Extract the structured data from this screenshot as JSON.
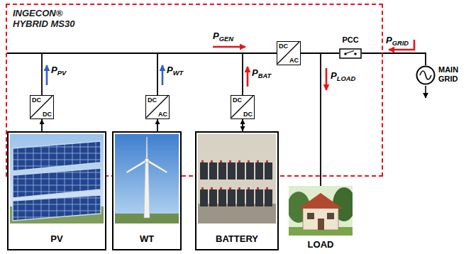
{
  "diagram": {
    "nodes": [
      {
        "text": [
          "INGECON® HYBRID MS30"
        ]
      },
      {
        "text": [
          "DC",
          "DC"
        ],
        "in": 0
      },
      {
        "text": [
          "DC",
          "AC"
        ],
        "in": 0
      },
      {
        "text": [
          "DC",
          "DC"
        ],
        "in": 0
      },
      {
        "text": [
          "DC",
          "AC"
        ],
        "in": 0
      },
      {
        "text": [
          "PCC"
        ],
        "in": 0
      },
      {
        "text": [
          "MAIN GRID"
        ]
      },
      {
        "text": [
          "PV"
        ]
      },
      {
        "text": [
          "WT"
        ]
      },
      {
        "text": [
          "BATTERY"
        ]
      },
      {
        "text": [
          "LOAD"
        ]
      }
    ],
    "edges": [
      {
        "from": 7,
        "to": 1,
        "arrow": "to"
      },
      {
        "from": 8,
        "to": 2,
        "arrow": "to"
      },
      {
        "from": 9,
        "to": 3,
        "arrow": "both"
      },
      {
        "from": 1,
        "to": 4,
        "arrow": "none",
        "label": "PPV"
      },
      {
        "from": 2,
        "to": 4,
        "arrow": "none",
        "label": "PWT"
      },
      {
        "from": 3,
        "to": 4,
        "arrow": "none",
        "label": "PBAT"
      },
      {
        "from": 4,
        "to": 5,
        "arrow": "none"
      },
      {
        "from": 5,
        "to": 6,
        "arrow": "none",
        "label": "PGRID"
      },
      {
        "from": 4,
        "to": 10,
        "arrow": "none",
        "label": "PLOAD"
      }
    ],
    "labels": [
      "PGEN"
    ]
  }
}
